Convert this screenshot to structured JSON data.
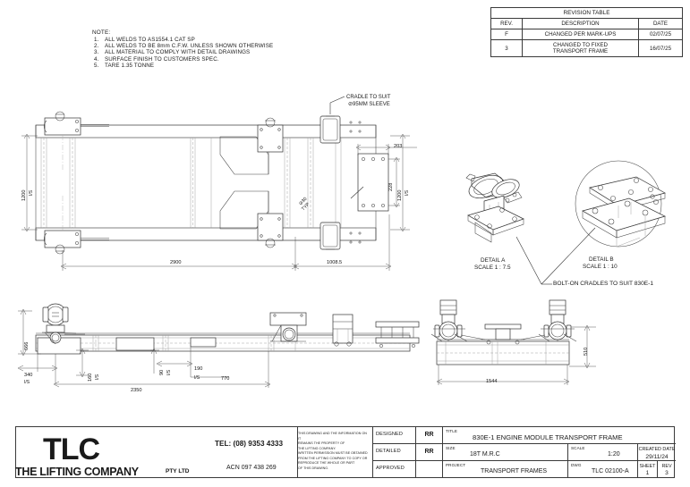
{
  "sheet": {
    "note_title": "NOTE:",
    "notes": [
      "ALL WELDS TO AS1554.1 CAT SP",
      "ALL WELDS TO BE 8mm C.F.W. UNLESS SHOWN OTHERWISE",
      "ALL MATERIAL TO COMPLY WITH DETAIL DRAWINGS",
      "SURFACE FINISH TO CUSTOMERS SPEC.",
      "TARE 1.35 TONNE"
    ],
    "note_numbers": [
      "1.",
      "2.",
      "3.",
      "4.",
      "5."
    ]
  },
  "revision_table": {
    "title": "REVISION TABLE",
    "columns": [
      "REV.",
      "DESCRIPTION",
      "DATE"
    ],
    "rows": [
      {
        "rev": "F",
        "description": "CHANGED PER MARK-UPS",
        "date": "02/07/25"
      },
      {
        "rev": "3",
        "description": "CHANGED TO FIXED\nTRANSPORT FRAME",
        "date": "16/07/25"
      }
    ],
    "row2_desc_line1": "CHANGED TO FIXED",
    "row2_desc_line2": "TRANSPORT FRAME"
  },
  "callouts": {
    "cradle_line1": "CRADLE TO SUIT",
    "cradle_line2": "⊘95MM SLEEVE",
    "bolt_on_cradles": "BOLT-ON CRADLES TO SUIT 830E-1",
    "hole_typ_line1": "⊘30",
    "hole_typ_line2": "TYP"
  },
  "details": {
    "detail_a_name": "DETAIL A",
    "detail_a_scale": "SCALE 1 : 7.5",
    "detail_b_name": "DETAIL B",
    "detail_b_scale": "SCALE 1 : 10"
  },
  "dimensions": {
    "plan": {
      "width_left": "1200",
      "width_left_sub": "I/S",
      "width_right": "1200",
      "width_right_sub": "I/S",
      "length_main": "2900",
      "length_right": "1008.5",
      "plate_width": "203",
      "plate_height": "228"
    },
    "side_elev": {
      "height": "666",
      "left_offset": "340",
      "left_offset_sub": "I/S",
      "pad_width": "160",
      "pad_width_sub": "I/S",
      "gap": "90",
      "gap_sub": "I/S",
      "lug": "190",
      "lug_sub": "I/S",
      "mid": "770",
      "overall": "2350"
    },
    "end_elev": {
      "height": "510",
      "width": "1544"
    }
  },
  "logo": {
    "mark": "TLC",
    "name": "THE LIFTING COMPANY",
    "suffix": "PTY LTD",
    "tel": "TEL: (08) 9353 4333",
    "acn": "ACN 097 438 269"
  },
  "legal": {
    "lines": [
      "THIS DRAWING AND THE INFORMATION ON IT",
      "REMAINS THE PROPERTY OF",
      "THE LIFTING COMPANY.",
      "WRITTEN PERMISSION MUST BE OBTAINED",
      "FROM THE LIFTING COMPANY TO COPY OR",
      "REPRODUCE THE WHOLE OR PART",
      "OF THIS DRAWING."
    ]
  },
  "title_block": {
    "designed_label": "DESIGNED",
    "designed_value": "RR",
    "detailed_label": "DETAILED",
    "detailed_value": "RR",
    "approved_label": "APPROVED",
    "approved_value": "",
    "title_label": "TITLE",
    "title_value": "830E-1 ENGINE MODULE TRANSPORT FRAME",
    "size_label": "SIZE",
    "size_value": "18T M.R.C",
    "scale_label": "SCALE",
    "scale_value": "1:20",
    "created_date_label": "CREATED DATE",
    "created_date_value": "29/11/24",
    "project_label": "PROJECT",
    "project_value": "TRANSPORT FRAMES",
    "dwg_label": "DWG",
    "dwg_value": "TLC 02100-A",
    "sheet_label": "SHEET",
    "sheet_value": "1",
    "rev_label": "REV",
    "rev_value": "3"
  },
  "colors": {
    "ink": "#2b2b2b",
    "line": "#333333",
    "light": "#999999",
    "paper": "#ffffff"
  }
}
